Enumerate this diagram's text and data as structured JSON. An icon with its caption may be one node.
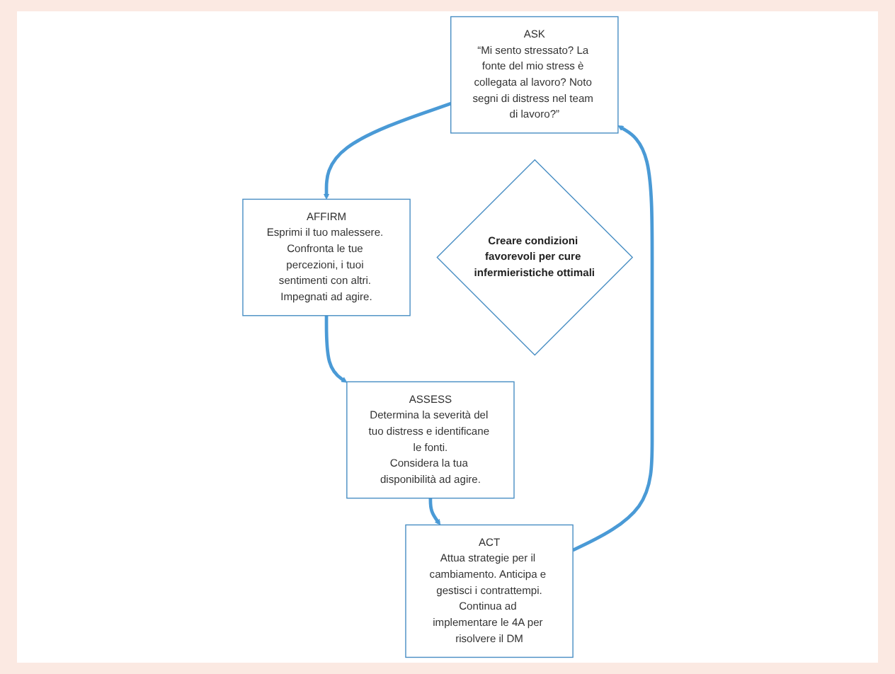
{
  "diagram": {
    "nodes": [
      {
        "text": [
          "ASK",
          "“Mi sento stressato? La fonte del mio stress è collegata al lavoro? Noto segni di distress nel team di lavoro?”"
        ]
      },
      {
        "text": [
          "ACT",
          "Attua strategie per il cambiamento. Anticipa e gestisci i contrattempi.",
          "Continua ad implementare le 4A per risolvere il DM"
        ]
      },
      {
        "text": [
          "Creare condizioni favorevoli per cure infermieristiche ottimali"
        ]
      },
      {
        "text": [
          "AFFIRM",
          "Esprimi il tuo malessere. Confronta le tue percezioni, i tuoi sentimenti con altri. Impegnati ad agire."
        ]
      },
      {
        "text": [
          "ASSESS",
          "Determina la severità del tuo distress e identificane le fonti.",
          "Considera la tua disponibilità ad agire."
        ]
      }
    ],
    "edges": [
      {
        "from": 0,
        "to": 3,
        "arrow": "to"
      },
      {
        "from": 3,
        "to": 4,
        "arrow": "to"
      },
      {
        "from": 4,
        "to": 1,
        "arrow": "to"
      },
      {
        "from": 1,
        "to": 0,
        "arrow": "to"
      }
    ]
  }
}
